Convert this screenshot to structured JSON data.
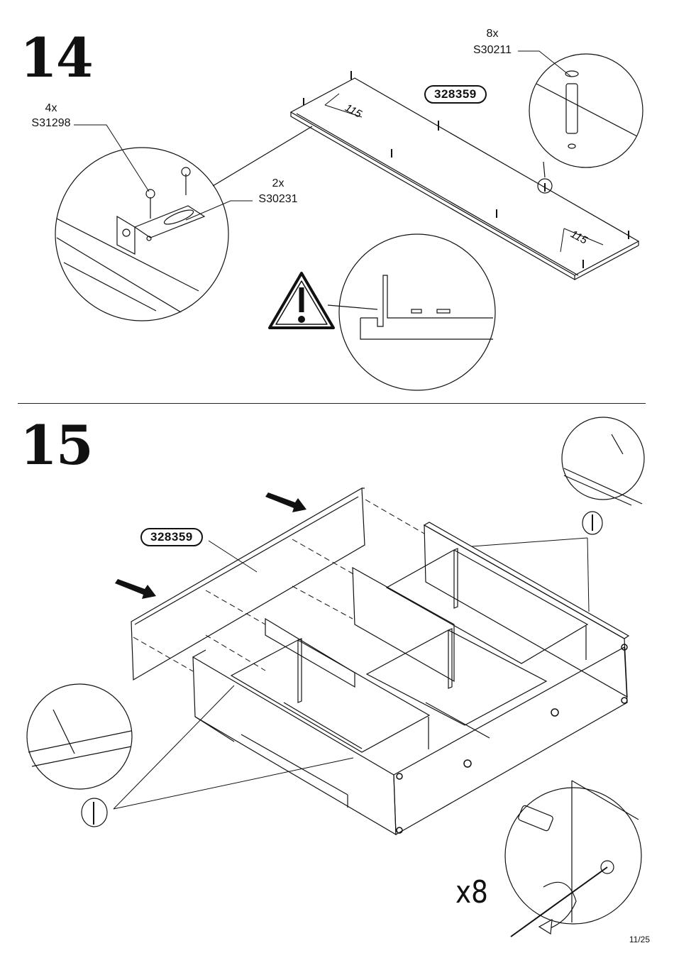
{
  "step14": {
    "number": "14",
    "part_id": "328359",
    "screws": {
      "qty": "4x",
      "code": "S31298"
    },
    "brackets": {
      "qty": "2x",
      "code": "S30231"
    },
    "cam_bolts": {
      "qty": "8x",
      "code": "S30211"
    },
    "dim_left": "115",
    "dim_right": "115",
    "warning_icon": "warning-triangle-icon"
  },
  "step15": {
    "number": "15",
    "part_id": "328359",
    "multiplier": "x8",
    "icons": [
      "arrow-icon",
      "pencil-icon",
      "screwdriver-icon"
    ]
  },
  "footer": {
    "page": "11/25"
  }
}
